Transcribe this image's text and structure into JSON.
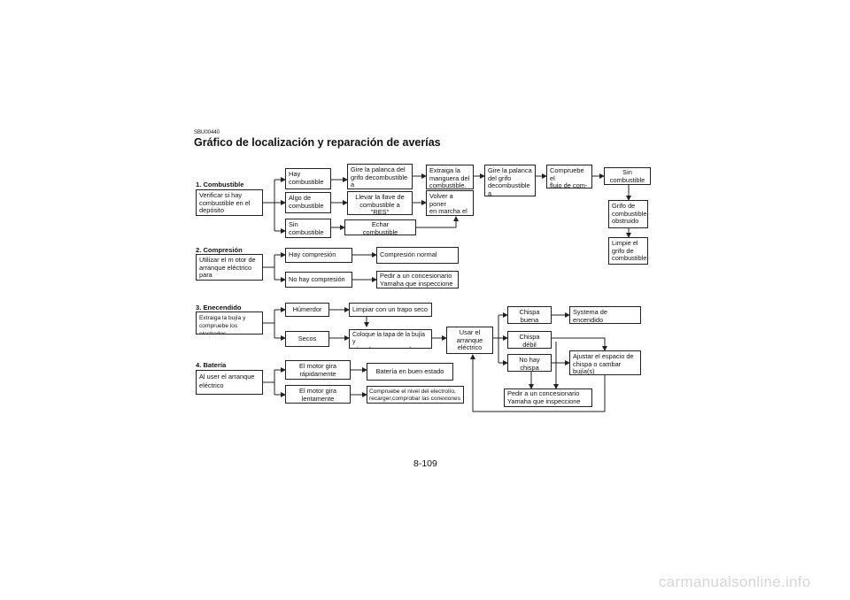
{
  "doc_code": "SBU00440",
  "title": "Gráfico de localización y reparación de averías",
  "page_number": "8-109",
  "watermark": "carmanualsonline.info",
  "sections": {
    "combustible": {
      "heading": "1. Combustible",
      "start": "Verificar si hay\ncombustible en el\ndepósito",
      "hay": "Hay\ncombustible",
      "algo": "Algo de\ncombustible",
      "sin": "Sin\ncombustible",
      "gire_off": "Gire la palanca del\ngrifo decombustible a\nla posición \"OFF\".",
      "llevar_res": "Llevar la llave de\ncombustible a\n\"RES\"",
      "echar": "Echar\ncombustible",
      "extraiga_manguera": "Extraiga la\nmanguera del\ncombustible.",
      "volver_poner": "Volver a poner\nen marcha el\nmptor",
      "gire_on": "Gire la palanca\ndel grifo\ndecombustible a\nla posición \"ON\".",
      "compruebe_flujo": "Compruebe  el\nflujo  de  com-\nbustible",
      "sin_combustible": "Sin\ncombustible",
      "grifo_obstruido": "Grifo de\ncombustible\nobstruido",
      "limpie_grifo": "Limpie el\ngrifo de\ncombustible"
    },
    "compresion": {
      "heading": "2. Compresión",
      "start": "Utilizar  el  m otor  de\narranque eléctrico para\nver si hay compresión",
      "hay": "Hay compresión",
      "normal": "Compresión normal",
      "no_hay": "No hay compresión",
      "pedir": "Pedir a un concesionario\nYamaha que inspeccione"
    },
    "encendido": {
      "heading": "3. Enecendido",
      "start": "Extraiga la bujía y\ncompruebe los electrodos.",
      "humedo": "Húmerdor",
      "limpiar": "Limpiar con un trapo seco",
      "secos": "Secos",
      "coloque": "Coloque la tapa de la bujía y\npóngala a masa en el chasis.",
      "usar": "Usar el\narranque\neléctrico",
      "buena": "Chispa\nbuena",
      "sistema": "Systema de encendido\nnormal",
      "debil": "Chispa\ndébil",
      "no_chispa": "No  hay\nchispa",
      "ajustar": "Ajustar  el  espacio  de\nchispa o cambar bujía(s)",
      "pedir": "Pedir a un concesionario\nYamaha que inspeccione"
    },
    "bateria": {
      "heading": "4. Batería",
      "start": "Al user el arranque\neléctrico",
      "rapido": "El motor gira\nrápidamente",
      "buen_estado": "Batería en buen estado",
      "lento": "El motor gira\nlentamente",
      "compruebe_nivel": "Compruebe el nivel del electrolío,\nrecarger,comprobar las conexiones"
    }
  }
}
